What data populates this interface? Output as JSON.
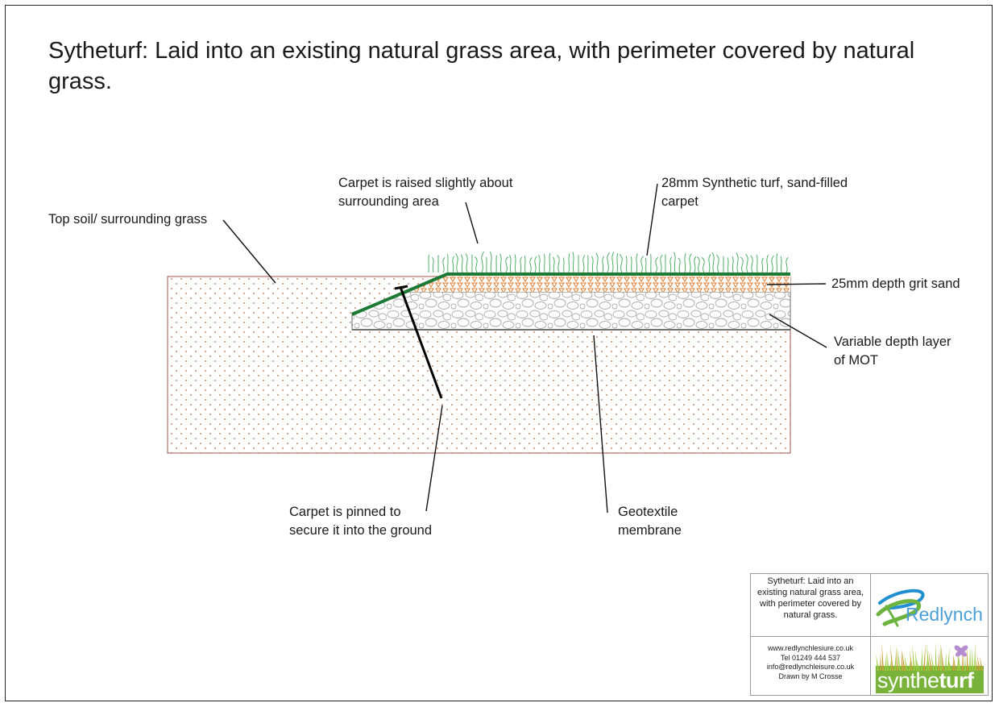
{
  "page": {
    "title": "Sytheturf: Laid into an existing natural grass area, with perimeter covered by natural grass."
  },
  "labels": {
    "top_soil": "Top soil/ surrounding grass",
    "carpet_raised": "Carpet is raised slightly about\nsurrounding area",
    "synthetic_turf": "28mm Synthetic turf, sand-filled\ncarpet",
    "grit_sand": "25mm depth grit sand",
    "mot_layer": "Variable depth layer\nof MOT",
    "pinned": "Carpet is pinned to\nsecure it into the ground",
    "geotextile": "Geotextile\nmembrane"
  },
  "title_block": {
    "title": "Sytheturf: Laid into an existing natural grass area, with perimeter covered by natural grass.",
    "website": "www.redlynchlesiure.co.uk",
    "tel": "Tel 01249 444 537",
    "email": "info@redlynchleisure.co.uk",
    "drawn_by": "Drawn by M Crosse",
    "logo_redlynch_text": "Redlynch",
    "logo_syntheturf_prefix": "synthe",
    "logo_syntheturf_suffix": "turf"
  },
  "colors": {
    "soil_border": "#a0524a",
    "soil_dot": "#b86a40",
    "sand": "#e07a2a",
    "turf_line": "#1d7a35",
    "grass": "#3aa655",
    "mot_stone": "#9a9a9a",
    "membrane": "#444444",
    "redlynch_green": "#6db33f",
    "redlynch_blue": "#1f8fd0"
  }
}
